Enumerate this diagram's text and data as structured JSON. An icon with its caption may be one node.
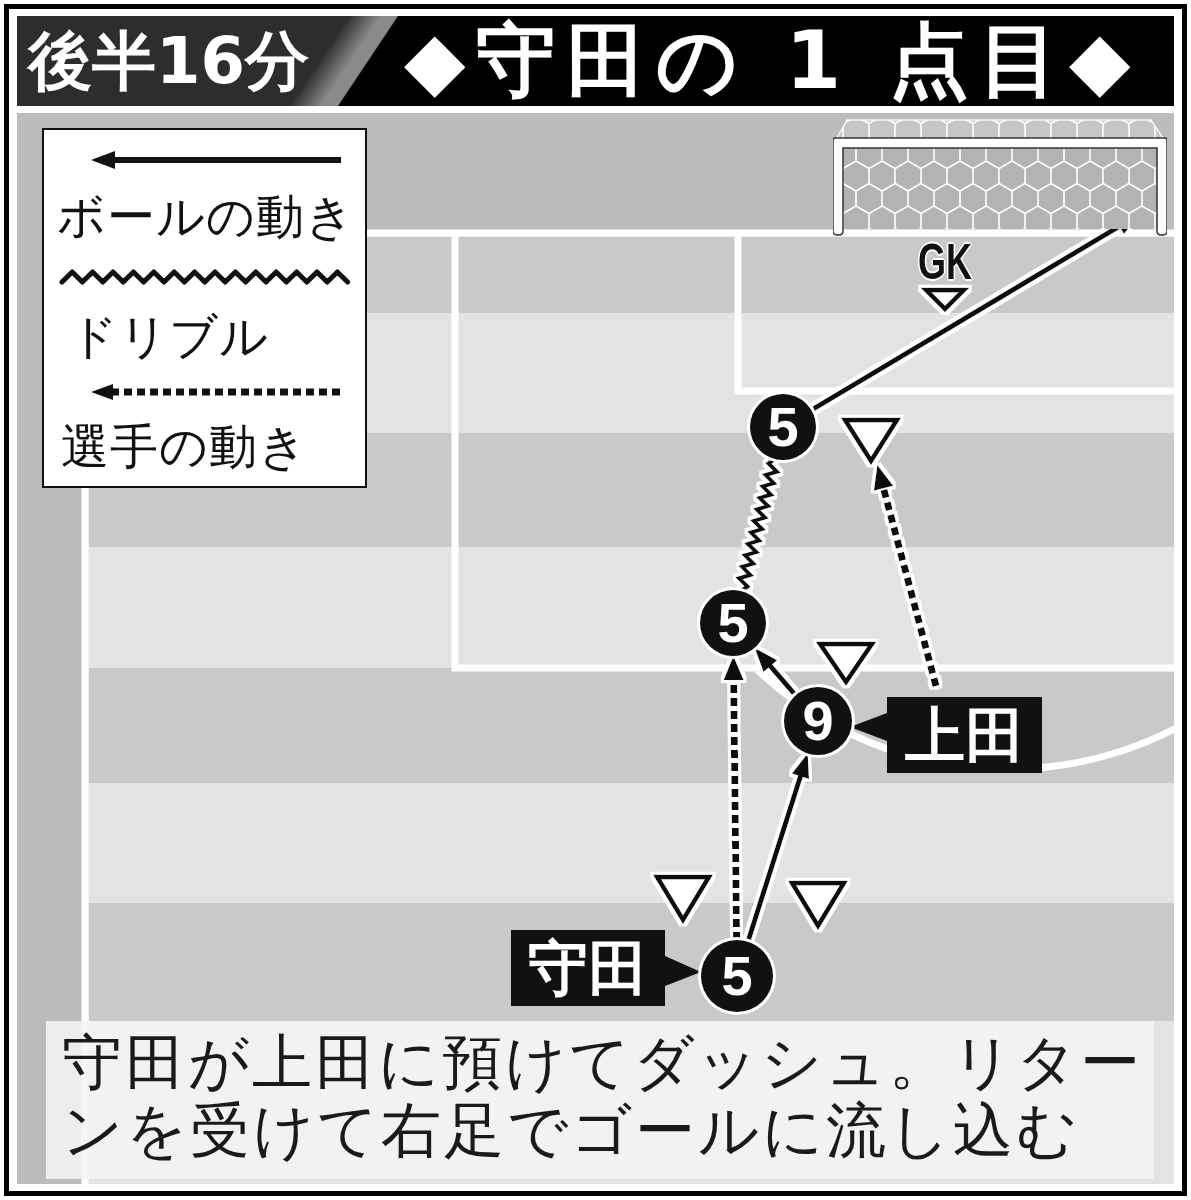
{
  "diagram": {
    "title": "◆守田の 1 点目◆",
    "caption": "守田が上田に預けてダッシュ。リターンを受けて右足でゴールに流し込む",
    "nodes": [
      {
        "text": [],
        "shape": "picture"
      },
      {
        "text": [
          "GK"
        ]
      },
      {
        "text": [
          "5"
        ]
      },
      {
        "text": [],
        "shape": "triangle"
      },
      {
        "text": [
          "5"
        ]
      },
      {
        "text": [],
        "shape": "triangle"
      },
      {
        "text": [
          "9",
          "上田"
        ]
      },
      {
        "text": [],
        "shape": "triangle"
      },
      {
        "text": [],
        "shape": "triangle"
      },
      {
        "text": [
          "守田",
          "5"
        ]
      }
    ],
    "edges": [
      {
        "from": 9,
        "to": 6,
        "arrow": "to"
      },
      {
        "from": 9,
        "to": 4,
        "arrow": "to",
        "style": "dashed"
      },
      {
        "from": 6,
        "to": 4,
        "arrow": "to"
      },
      {
        "from": 4,
        "to": 2,
        "arrow": "none"
      },
      {
        "from": 6,
        "to": 3,
        "arrow": "to",
        "style": "dashed"
      },
      {
        "from": 2,
        "to": 0,
        "arrow": "to"
      }
    ],
    "labels": [
      "後半16分"
    ],
    "legend": [
      {
        "text": "ボールの動き"
      },
      {
        "text": "ドリブル"
      },
      {
        "text": "選手の動き"
      }
    ]
  }
}
